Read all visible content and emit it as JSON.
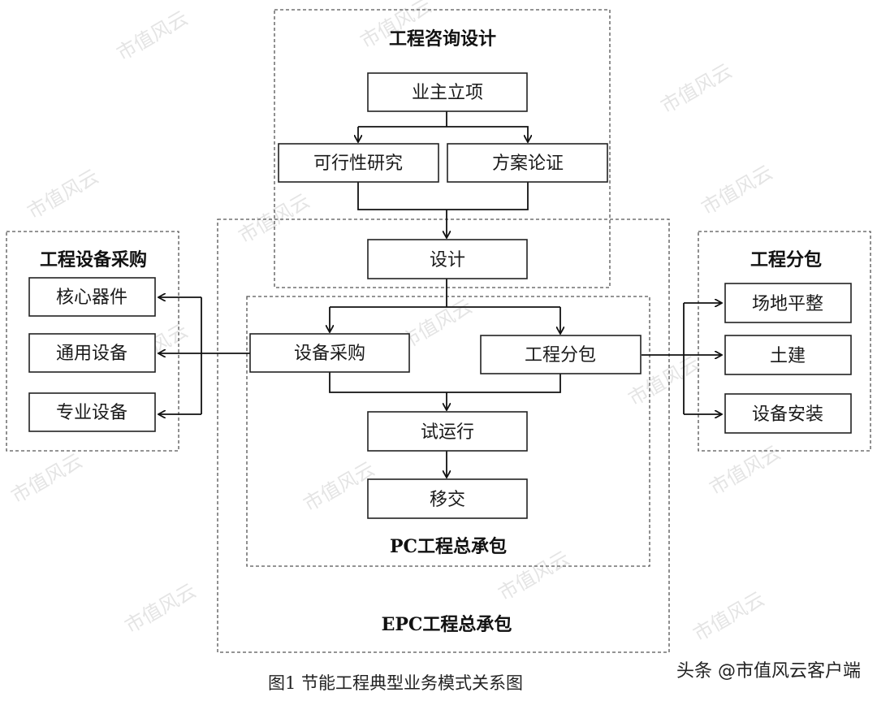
{
  "groups": {
    "consult": "工程咨询设计",
    "procure": "工程设备采购",
    "subcontract": "工程分包",
    "pc": "PC工程总承包",
    "epc": "EPC工程总承包"
  },
  "nodes": {
    "owner": "业主立项",
    "feasibility": "可行性研究",
    "scheme": "方案论证",
    "design": "设计",
    "equip_buy": "设备采购",
    "eng_sub": "工程分包",
    "trial": "试运行",
    "handover": "移交",
    "core": "核心器件",
    "general": "通用设备",
    "special": "专业设备",
    "site": "场地平整",
    "civil": "土建",
    "install": "设备安装"
  },
  "caption": "图1 节能工程典型业务模式关系图",
  "watermark": "市值风云",
  "brand": "头条 @市值风云客户端"
}
